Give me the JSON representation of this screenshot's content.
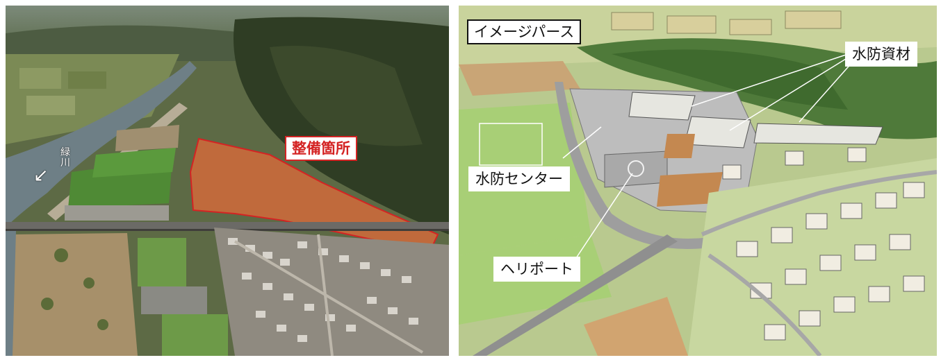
{
  "left_photo": {
    "site_label": "整備箇所",
    "river_label": "緑川",
    "colors": {
      "site_outline": "#d42323",
      "site_fill": "#c06a3c"
    }
  },
  "right_illustration": {
    "title_label": "イメージパース",
    "labels": {
      "flood_materials": "水防資材",
      "flood_center": "水防センター",
      "heliport": "ヘリポート"
    }
  }
}
